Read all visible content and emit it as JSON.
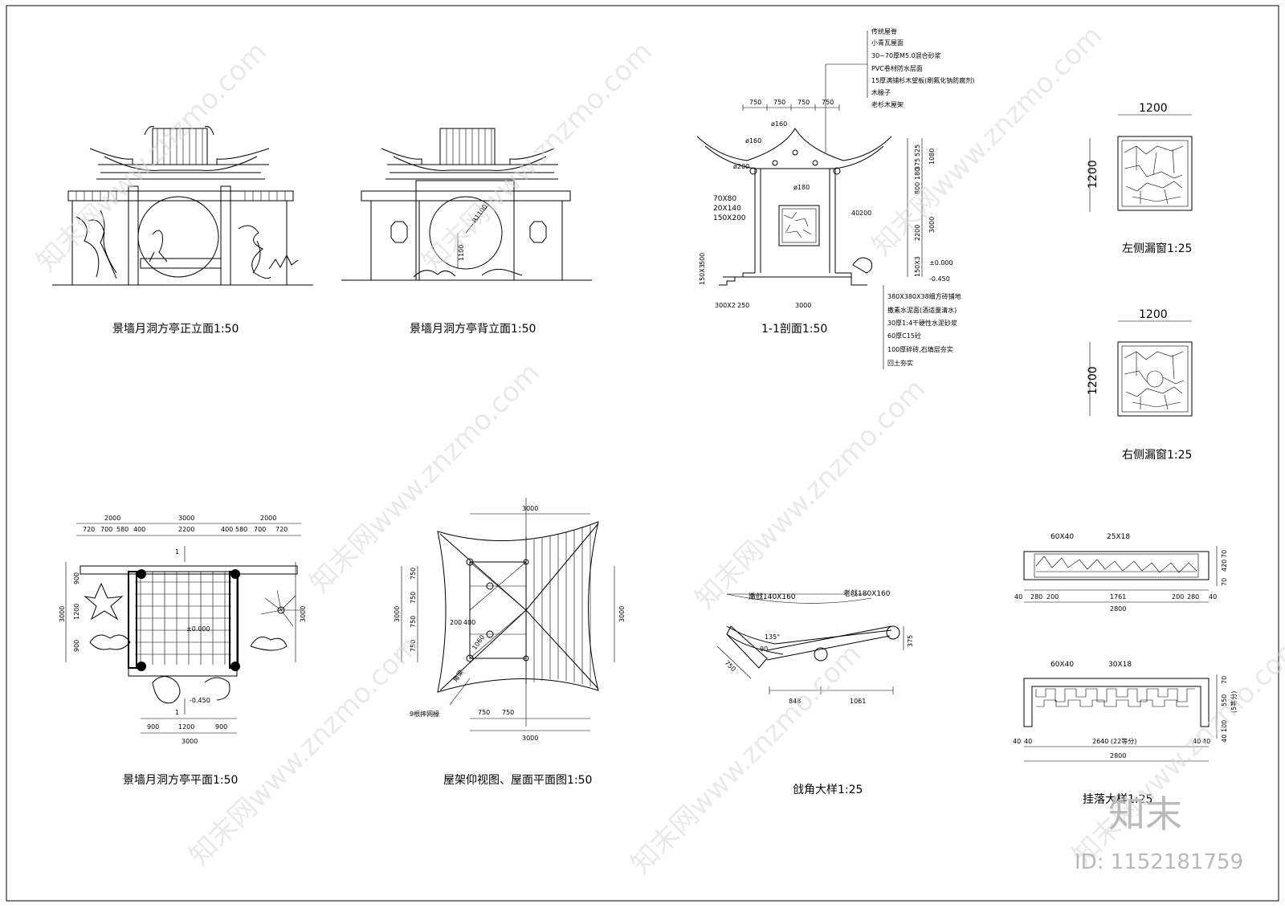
{
  "titles": {
    "front_elev": "景墙月洞方亭正立面1:50",
    "back_elev": "景墙月洞方亭背立面1:50",
    "section": "1-1剖面1:50",
    "left_window": "左侧漏窗1:25",
    "right_window": "右侧漏窗1:25",
    "plan": "景墙月洞方亭平面1:50",
    "roof": "屋架仰视图、屋面平面图1:50",
    "corner": "戗角大样1:25",
    "hanging": "挂落大样1:25"
  },
  "back_elev_dims": {
    "radius": "R1100",
    "height": "1100"
  },
  "section": {
    "top_dims": [
      "750",
      "750",
      "750",
      "750"
    ],
    "diameters": [
      "ø160",
      "ø160",
      "ø200",
      "ø180"
    ],
    "members": [
      "70X80",
      "20X140",
      "150X200"
    ],
    "right_dims": [
      "525",
      "375",
      "1080",
      "180",
      "800",
      "3000",
      "2200",
      "40",
      "200",
      "150X3"
    ],
    "levels": [
      "±0.000",
      "-0.450"
    ],
    "left_dims": [
      "150X3",
      "500"
    ],
    "bottom_dims": [
      "300X2",
      "250",
      "3000"
    ],
    "roof_notes": [
      "传统屋脊",
      "小青瓦屋面",
      "30~70厚M5.0混合砂浆",
      "PVC卷材防水层面",
      "15厚满铺杉木望板(刷氟化钠防腐剂)",
      "木椽子",
      "老杉木屋架"
    ],
    "floor_notes": [
      "380X380X38细方砖铺地",
      "撒素水泥面(酒适量清水)",
      "30厚1:4干硬性水泥砂浆",
      "60厚C15砼",
      "100厚碎砖,石填层夯实",
      "回土夯实"
    ]
  },
  "windows": {
    "width": "1200",
    "height": "1200"
  },
  "plan": {
    "top_dims1": [
      "2000",
      "3000",
      "2000"
    ],
    "top_dims2": [
      "720",
      "700",
      "580",
      "400",
      "2200",
      "400",
      "580",
      "700",
      "720"
    ],
    "left_dims": [
      "900",
      "1200",
      "900",
      "3000"
    ],
    "right_dims": [
      "3000"
    ],
    "bottom_dims": [
      "900",
      "1200",
      "900",
      "3000"
    ],
    "level_inner": "±0.000",
    "level_outer": "-0.450",
    "section_mark": "1"
  },
  "roof": {
    "top_dim": "3000",
    "left_dims": [
      "750",
      "750",
      "750",
      "750",
      "3000"
    ],
    "right_dim": "3000",
    "bottom_dims": [
      "750",
      "750",
      "3000"
    ],
    "inner_dims": [
      "200",
      "400",
      "1060"
    ],
    "inner_labels": [
      "角梁"
    ],
    "rafter_note": "9根摔网椽"
  },
  "corner": {
    "labels": [
      "嫩戗140X160",
      "老戗180X160"
    ],
    "dims": [
      "750",
      "135°",
      "90",
      "375",
      "848",
      "1061"
    ]
  },
  "hanging": {
    "labels_top1": [
      "60X40",
      "25X18"
    ],
    "dims1": [
      "40",
      "280",
      "200",
      "1761",
      "200",
      "280",
      "40",
      "2800"
    ],
    "right1": [
      "70",
      "420",
      "70"
    ],
    "labels_top2": [
      "60X40",
      "30X18"
    ],
    "dims2": [
      "40",
      "40",
      "2640 (22等分)",
      "40",
      "40",
      "2800"
    ],
    "right2": [
      "70",
      "550",
      "(5等分)",
      "100",
      "40"
    ]
  },
  "watermark": {
    "text": "知末网www.znzmo.com",
    "logo": "知末",
    "id": "ID: 1152181759"
  }
}
